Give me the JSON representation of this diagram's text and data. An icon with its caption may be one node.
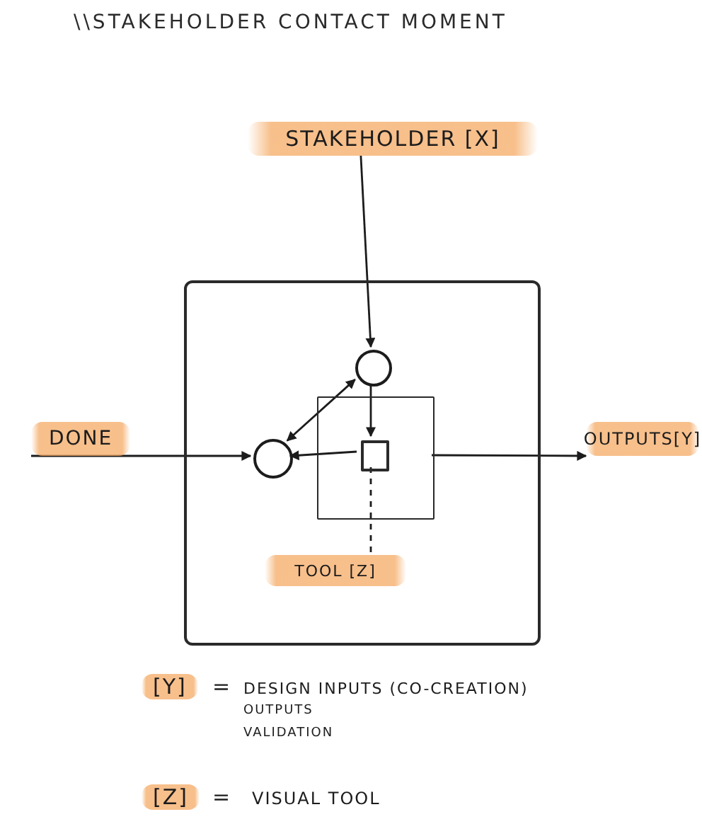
{
  "diagram": {
    "title": "\\\\STAKEHOLDER CONTACT MOMENT",
    "nodes": [
      {
        "text": [
          "STAKEHOLDER [X]"
        ]
      },
      {
        "text": [],
        "shape": "box"
      },
      {
        "text": [],
        "shape": "box",
        "in": 1
      },
      {
        "text": [],
        "shape": "circle",
        "in": 1
      },
      {
        "text": [],
        "shape": "circle",
        "in": 1
      },
      {
        "text": [],
        "shape": "box",
        "in": 2
      },
      {
        "text": [
          "DONE"
        ]
      },
      {
        "text": [
          "OUTPUTS[Y]"
        ]
      },
      {
        "text": [
          "TOOL [Z]"
        ],
        "in": 1
      }
    ],
    "edges": [
      {
        "from": 0,
        "to": 3,
        "arrow": "to"
      },
      {
        "from": 6,
        "to": 4,
        "arrow": "to"
      },
      {
        "from": 3,
        "to": 4,
        "arrow": "both"
      },
      {
        "from": 3,
        "to": 5,
        "arrow": "to"
      },
      {
        "from": 5,
        "to": 4,
        "arrow": "to"
      },
      {
        "from": 8,
        "to": 5,
        "arrow": "none",
        "style": "dashed"
      },
      {
        "from": 2,
        "to": 7,
        "arrow": "to"
      }
    ],
    "labels": [
      "[Y]",
      "=",
      "DESIGN INPUTS (CO-CREATION)",
      "OUTPUTS",
      "VALIDATION",
      "[Z]",
      "=",
      "VISUAL TOOL"
    ]
  }
}
